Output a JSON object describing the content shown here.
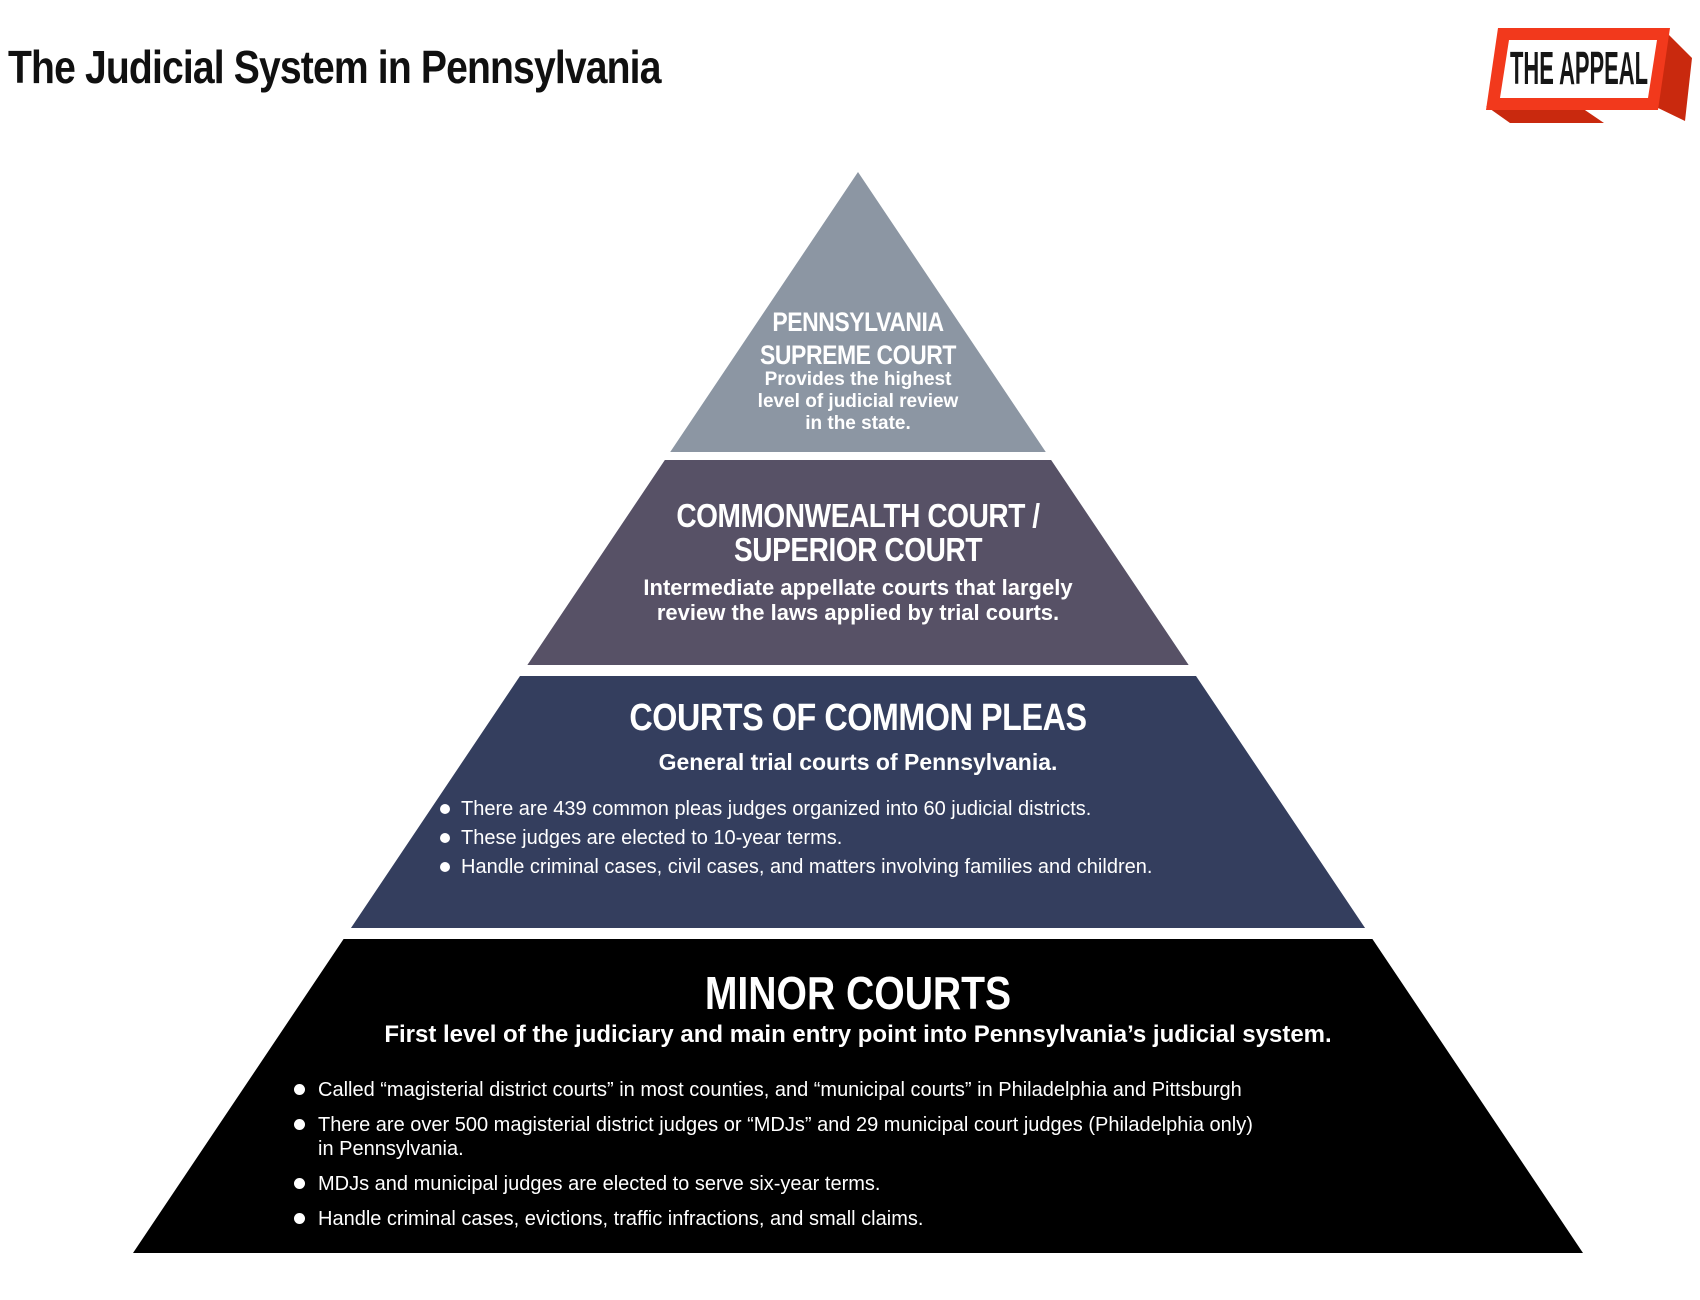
{
  "header": {
    "title": "The Judicial System in Pennsylvania"
  },
  "logo": {
    "label": "THE APPEAL",
    "red": "#F2391C",
    "shadow_red": "#C9290E",
    "text_color": "#161616",
    "inner_color": "#FFFFFF"
  },
  "pyramid": {
    "text_color": "#FFFFFF",
    "levels": [
      {
        "name": "PENNSYLVANIA\nSUPREME COURT",
        "description": "Provides the highest\nlevel of judicial review\nin the state.",
        "color": "#8C96A3",
        "bullets": []
      },
      {
        "name": "COMMONWEALTH COURT /\nSUPERIOR COURT",
        "description": "Intermediate appellate courts that largely\nreview the laws applied by trial courts.",
        "color": "#575166",
        "bullets": []
      },
      {
        "name": "COURTS OF COMMON PLEAS",
        "description": "General trial courts of Pennsylvania.",
        "color": "#343E5E",
        "bullets": [
          "There are 439 common pleas judges organized into 60 judicial districts.",
          "These judges are elected to 10-year terms.",
          "Handle criminal cases, civil cases, and matters involving families and children."
        ]
      },
      {
        "name": "MINOR COURTS",
        "description": "First level of the judiciary and main entry point into Pennsylvania’s judicial system.",
        "color": "#000000",
        "bullets": [
          "Called “magisterial district courts” in most counties, and “municipal courts” in Philadelphia and Pittsburgh",
          "There are over 500 magisterial district judges or “MDJs” and 29 municipal court judges (Philadelphia only)\nin Pennsylvania.",
          "MDJs and municipal judges are elected to serve six-year terms.",
          "Handle criminal cases, evictions, traffic infractions, and small claims."
        ]
      }
    ]
  }
}
